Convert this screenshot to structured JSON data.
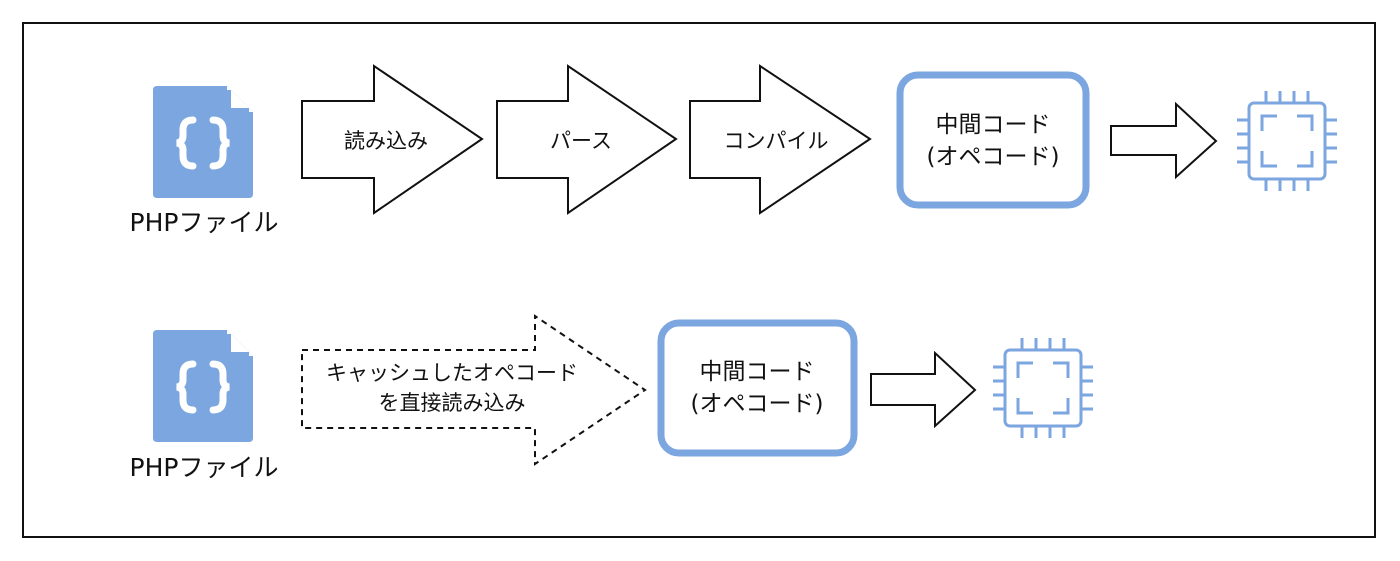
{
  "colors": {
    "accent": "#7ca6e0",
    "stroke": "#111111",
    "background": "#ffffff"
  },
  "icons": [
    "php-file-icon",
    "cpu-chip-icon"
  ],
  "top_flow": {
    "file_label": "PHPファイル",
    "steps": [
      "読み込み",
      "パース",
      "コンパイル"
    ],
    "opcode_box": {
      "line1": "中間コード",
      "line2": "(オペコード)"
    }
  },
  "bottom_flow": {
    "file_label": "PHPファイル",
    "cached_step": {
      "line1": "キャッシュしたオペコード",
      "line2": "を直接読み込み"
    },
    "opcode_box": {
      "line1": "中間コード",
      "line2": "(オペコード)"
    }
  }
}
